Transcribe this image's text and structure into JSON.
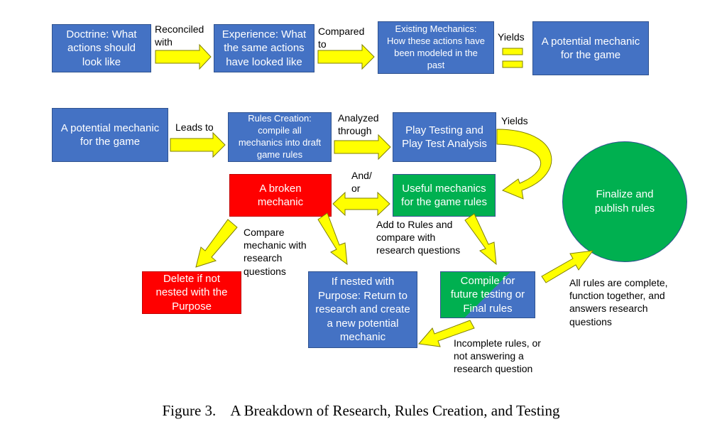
{
  "boxes": {
    "doctrine": "Doctrine: What\nactions should\nlook like",
    "experience": "Experience: What\nthe same actions\nhave looked like",
    "existing": "Existing Mechanics:\nHow these actions have\nbeen modeled in the\npast",
    "potential_top": "A potential mechanic\nfor the game",
    "potential_left": "A potential mechanic\nfor the game",
    "rules_creation": "Rules Creation:\ncompile all\nmechanics into draft\ngame rules",
    "play_testing": "Play Testing and\nPlay Test Analysis",
    "broken": "A broken\nmechanic",
    "useful": "Useful mechanics\nfor the game rules",
    "finalize": "Finalize and\npublish rules",
    "delete": "Delete if not\nnested with the\nPurpose",
    "nested": "If nested with\nPurpose: Return to\nresearch and create\na new potential\nmechanic",
    "compile": "Compile for\nfuture testing or\nFinal rules"
  },
  "labels": {
    "reconciled": "Reconciled\nwith",
    "compared": "Compared\nto",
    "yields_top": "Yields",
    "leads_to": "Leads to",
    "analyzed": "Analyzed\nthrough",
    "yields_mid": "Yields",
    "and_or": "And/\nor",
    "compare_mech": "Compare\nmechanic with\nresearch\nquestions",
    "add_rules": "Add to Rules and\ncompare with\nresearch questions",
    "all_rules": "All rules are complete,\nfunction together, and\nanswers research\nquestions",
    "incomplete": "Incomplete rules, or\nnot answering a\nresearch question"
  },
  "caption": {
    "number": "Figure 3.",
    "title": "A Breakdown of Research, Rules Creation, and Testing"
  },
  "colors": {
    "blue": "#4472c4",
    "red": "#ff0000",
    "green": "#00b050",
    "arrow_fill": "#ffff00",
    "arrow_stroke": "#7f7f00"
  }
}
